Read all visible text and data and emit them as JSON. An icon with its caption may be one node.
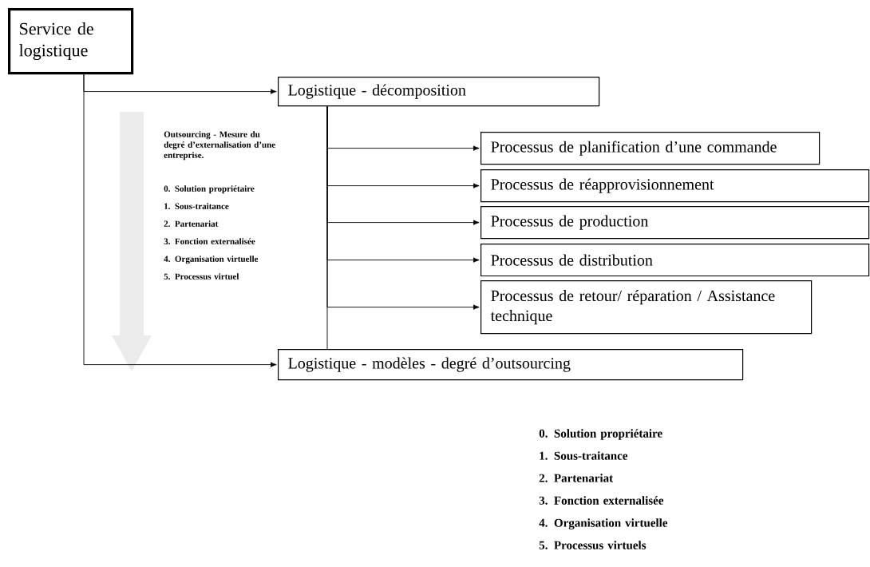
{
  "diagram": {
    "nodes": [
      {
        "text": [
          "Service de logistique"
        ]
      },
      {
        "text": [
          "Logistique - décomposition"
        ]
      },
      {
        "text": [
          "Processus de planification d’une commande"
        ]
      },
      {
        "text": [
          "Processus de réapprovisionnement"
        ]
      },
      {
        "text": [
          "Processus de production"
        ]
      },
      {
        "text": [
          "Processus de distribution"
        ]
      },
      {
        "text": [
          "Processus de retour/ réparation / Assistance technique"
        ]
      },
      {
        "text": [
          "Logistique - modèles - degré d’outsourcing"
        ]
      }
    ],
    "edges": [
      {
        "from": 0,
        "to": 1,
        "arrow": "to"
      },
      {
        "from": 0,
        "to": 7,
        "arrow": "to"
      },
      {
        "from": 1,
        "to": 2,
        "arrow": "to"
      },
      {
        "from": 1,
        "to": 3,
        "arrow": "to"
      },
      {
        "from": 1,
        "to": 4,
        "arrow": "to"
      },
      {
        "from": 1,
        "to": 5,
        "arrow": "to"
      },
      {
        "from": 1,
        "to": 6,
        "arrow": "to"
      },
      {
        "from": 1,
        "to": 7,
        "arrow": "none"
      }
    ],
    "labels": [
      "Outsourcing - Mesure du degré d’externalisation d’une entreprise.",
      "0. Solution propriétaire",
      "1. Sous-traitance",
      "2. Partenariat",
      "3. Fonction externalisée",
      "4. Organisation virtuelle",
      "5. Processus virtuel",
      "0. Solution propriétaire",
      "1. Sous-traitance",
      "2. Partenariat",
      "3. Fonction externalisée",
      "4. Organisation virtuelle",
      "5. Processus virtuels"
    ]
  }
}
